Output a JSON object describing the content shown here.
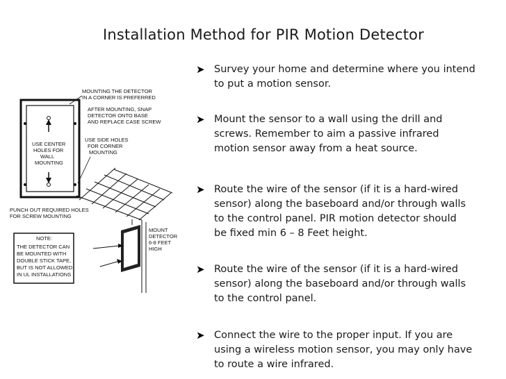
{
  "slide": {
    "title": "Installation Method for PIR Motion Detector",
    "bullet_icon": "arrow-bullet-icon",
    "bullets": [
      "Survey your home and determine where you intend\nto put a motion sensor.",
      "Mount the sensor to a wall using the drill and\nscrews. Remember to aim a passive infrared\nmotion sensor away from a heat source.",
      " Route the wire of the sensor (if it is a hard-wired\nsensor) along the baseboard and/or through walls\nto the control panel.  PIR  motion detector should\nbe fixed min 6 – 8 Feet height.",
      "Route the wire of the sensor (if it is a hard-wired\nsensor) along the baseboard and/or through walls\nto the control panel.",
      "Connect the wire to the proper input. If you are\nusing a wireless motion sensor, you may only have\nto route a wire infrared."
    ]
  },
  "illustration": {
    "corner_note": [
      "MOUNTING THE DETECTOR",
      "IN A CORNER IS PREFERRED"
    ],
    "snap_note": [
      "AFTER MOUNTING, SNAP",
      "DETECTOR ONTO BASE",
      "AND REPLACE CASE SCREW"
    ],
    "center_holes": [
      "USE CENTER",
      "HOLES FOR",
      "WALL",
      "MOUNTING"
    ],
    "side_holes": [
      "USE SIDE HOLES",
      "FOR CORNER",
      "MOUNTING"
    ],
    "punch_out": [
      "PUNCH OUT REQUIRED HOLES",
      "FOR SCREW MOUNTING"
    ],
    "note_title": "NOTE:",
    "note_body": [
      "THE DETECTOR CAN",
      "BE MOUNTED WITH",
      "DOUBLE STICK TAPE,",
      "BUT IS NOT ALLOWED",
      "IN UL INSTALLATIONS"
    ],
    "mount_note": [
      "MOUNT",
      "DETECTOR",
      "6-8 FEET",
      "HIGH"
    ]
  }
}
